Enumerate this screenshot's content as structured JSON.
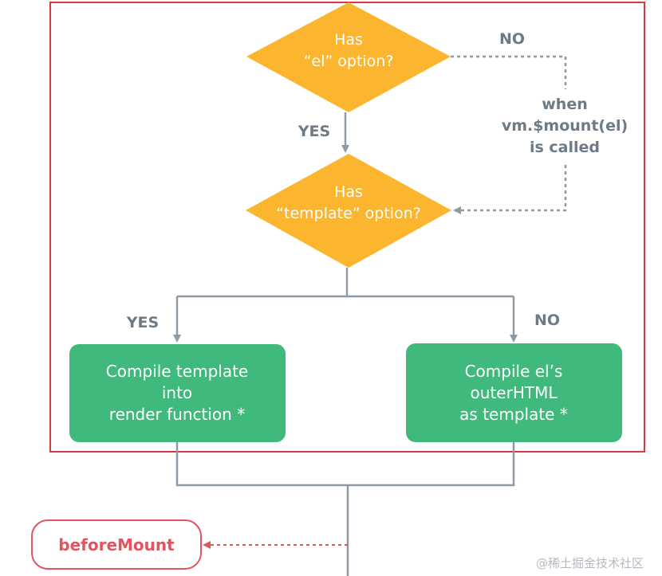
{
  "nodes": {
    "has_el": {
      "lines": [
        "Has",
        "“el” option?"
      ]
    },
    "has_template": {
      "lines": [
        "Has",
        "“template” option?"
      ]
    },
    "compile_template": {
      "lines": [
        "Compile template",
        "into",
        "render function *"
      ]
    },
    "compile_outer": {
      "lines": [
        "Compile el’s",
        "outerHTML",
        "as template *"
      ]
    },
    "before_mount": {
      "label": "beforeMount"
    }
  },
  "labels": {
    "no_top": "NO",
    "yes_top": "YES",
    "when_lines": [
      "when",
      "vm.$mount(el)",
      "is called"
    ],
    "yes_left": "YES",
    "no_right": "NO"
  },
  "watermark": "@稀土掘金技术社区",
  "colors": {
    "diamond": "#fbb52e",
    "box": "#3fba7c",
    "line": "#909aa4",
    "highlight": "#d9383f",
    "hook": "#e0555f"
  }
}
